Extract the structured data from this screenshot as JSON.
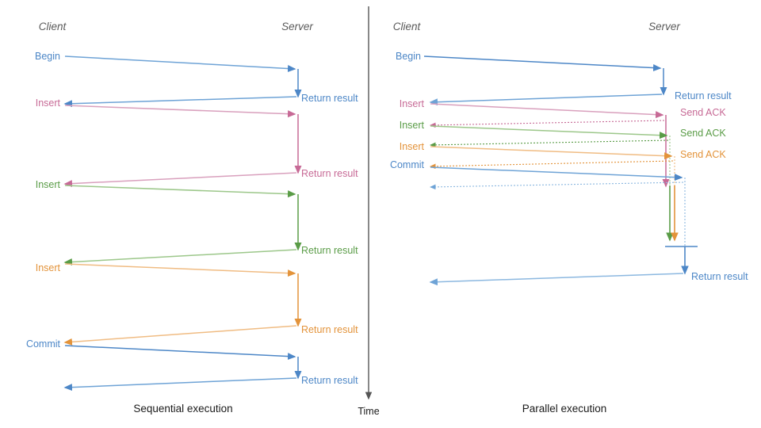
{
  "figure": {
    "background": "#ffffff",
    "divider_color": "#5a5a5a",
    "time_axis": {
      "label": "Time",
      "color": "#1a1a1a"
    }
  },
  "colors": {
    "blue": "#4d87c7",
    "blue_light": "#8cb8e0",
    "pink": "#c76a96",
    "pink_light": "#d9a0bd",
    "green": "#5a9c47",
    "green_light": "#9cc78a",
    "orange": "#e3933a",
    "orange_light": "#f0bc83",
    "role_gray": "#5a5a5a",
    "caption_black": "#1a1a1a"
  },
  "panels": [
    {
      "id": "sequential",
      "caption": "Sequential execution",
      "client_header": "Client",
      "server_header": "Server",
      "client_labels": [
        {
          "text": "Begin",
          "color": "#4d87c7"
        },
        {
          "text": "Insert",
          "color": "#c76a96"
        },
        {
          "text": "Insert",
          "color": "#5a9c47"
        },
        {
          "text": "Insert",
          "color": "#e3933a"
        },
        {
          "text": "Commit",
          "color": "#4d87c7"
        }
      ],
      "server_labels": [
        {
          "text": "Return result",
          "color": "#4d87c7"
        },
        {
          "text": "Return result",
          "color": "#c76a96"
        },
        {
          "text": "Return result",
          "color": "#5a9c47"
        },
        {
          "text": "Return result",
          "color": "#e3933a"
        },
        {
          "text": "Return result",
          "color": "#4d87c7"
        }
      ]
    },
    {
      "id": "parallel",
      "caption": "Parallel execution",
      "client_header": "Client",
      "server_header": "Server",
      "client_labels": [
        {
          "text": "Begin",
          "color": "#4d87c7"
        },
        {
          "text": "Insert",
          "color": "#c76a96"
        },
        {
          "text": "Insert",
          "color": "#5a9c47"
        },
        {
          "text": "Insert",
          "color": "#e3933a"
        },
        {
          "text": "Commit",
          "color": "#4d87c7"
        }
      ],
      "server_labels": [
        {
          "text": "Return result",
          "color": "#4d87c7"
        },
        {
          "text": "Send ACK",
          "color": "#c76a96"
        },
        {
          "text": "Send ACK",
          "color": "#5a9c47"
        },
        {
          "text": "Send ACK",
          "color": "#e3933a"
        },
        {
          "text": "Return result",
          "color": "#4d87c7"
        }
      ]
    }
  ]
}
